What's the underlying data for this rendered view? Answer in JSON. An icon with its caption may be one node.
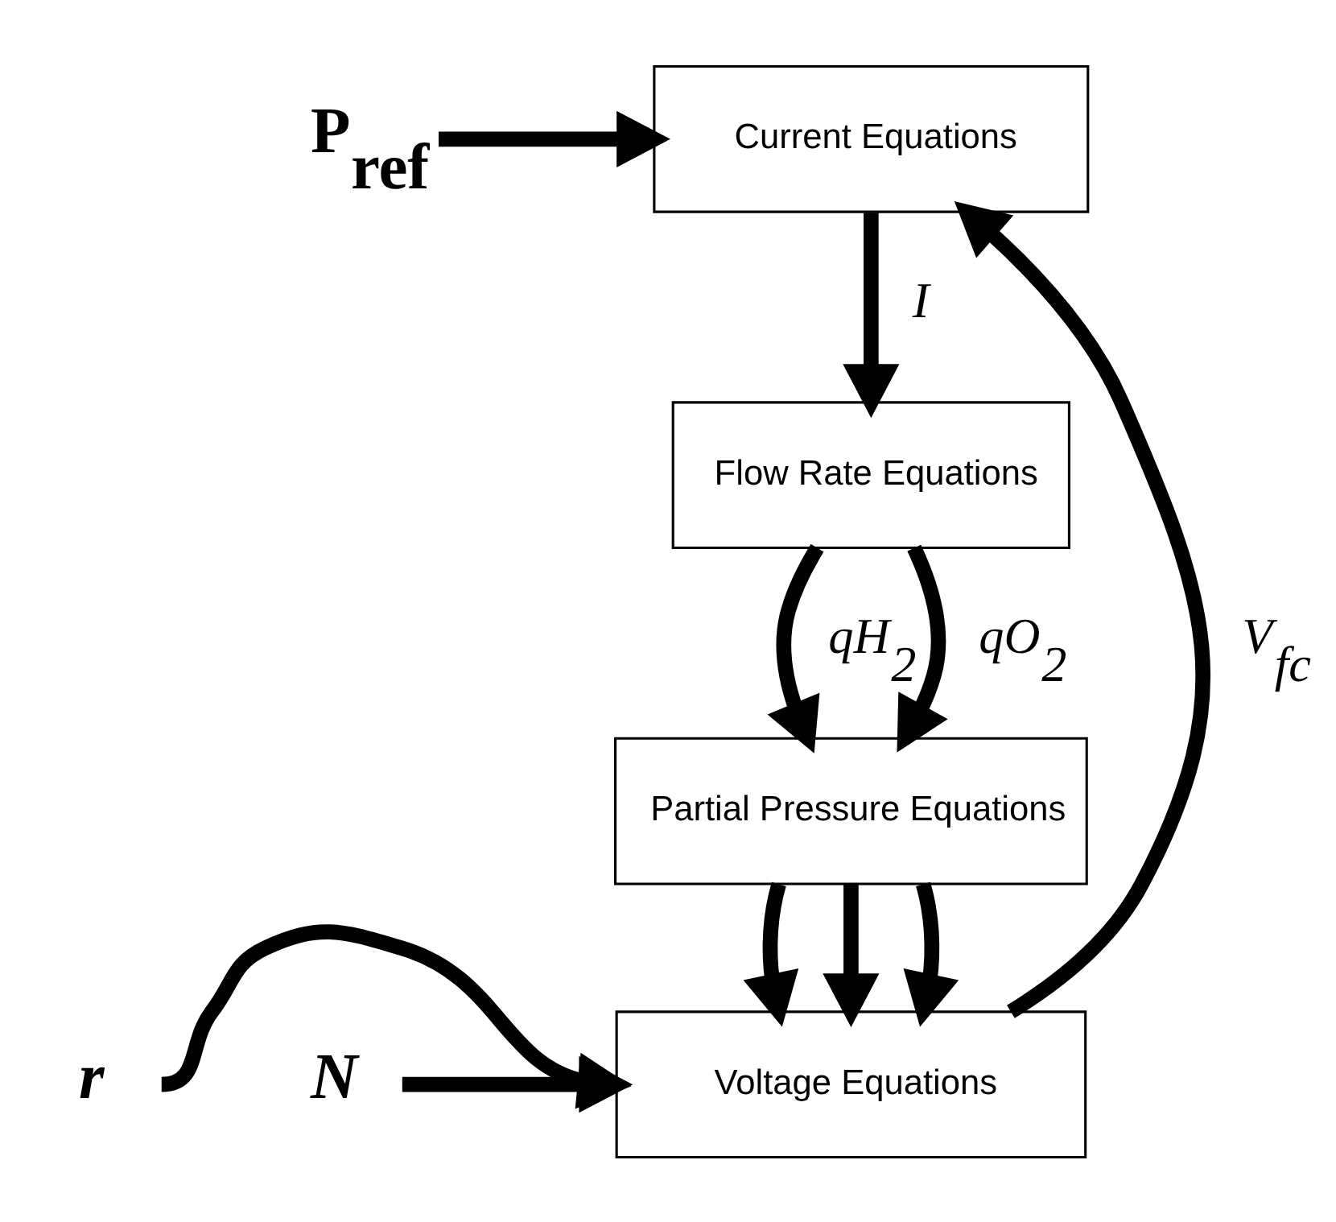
{
  "diagram": {
    "nodes": [
      {
        "text": [
          "Current Equations"
        ]
      },
      {
        "text": [
          "Flow Rate Equations"
        ]
      },
      {
        "text": [
          "Partial Pressure Equations"
        ]
      },
      {
        "text": [
          "Voltage Equations"
        ]
      },
      {
        "text": [
          "P$_{ref}$"
        ]
      },
      {
        "text": [
          "r"
        ]
      },
      {
        "text": [
          "N"
        ]
      }
    ],
    "edges": [
      {
        "from": 4,
        "to": 0,
        "arrow": "to"
      },
      {
        "from": 0,
        "to": 1,
        "arrow": "to",
        "label": "I"
      },
      {
        "from": 1,
        "to": 2,
        "arrow": "to",
        "label": "qH$_{2}$"
      },
      {
        "from": 1,
        "to": 2,
        "arrow": "to",
        "label": "qO$_{2}$"
      },
      {
        "from": 2,
        "to": 3,
        "arrow": "to"
      },
      {
        "from": 2,
        "to": 3,
        "arrow": "to"
      },
      {
        "from": 2,
        "to": 3,
        "arrow": "to"
      },
      {
        "from": 5,
        "to": 3,
        "arrow": "to"
      },
      {
        "from": 6,
        "to": 3,
        "arrow": "to"
      },
      {
        "from": 3,
        "to": 0,
        "arrow": "to",
        "label": "V$_{fc}$"
      }
    ]
  }
}
